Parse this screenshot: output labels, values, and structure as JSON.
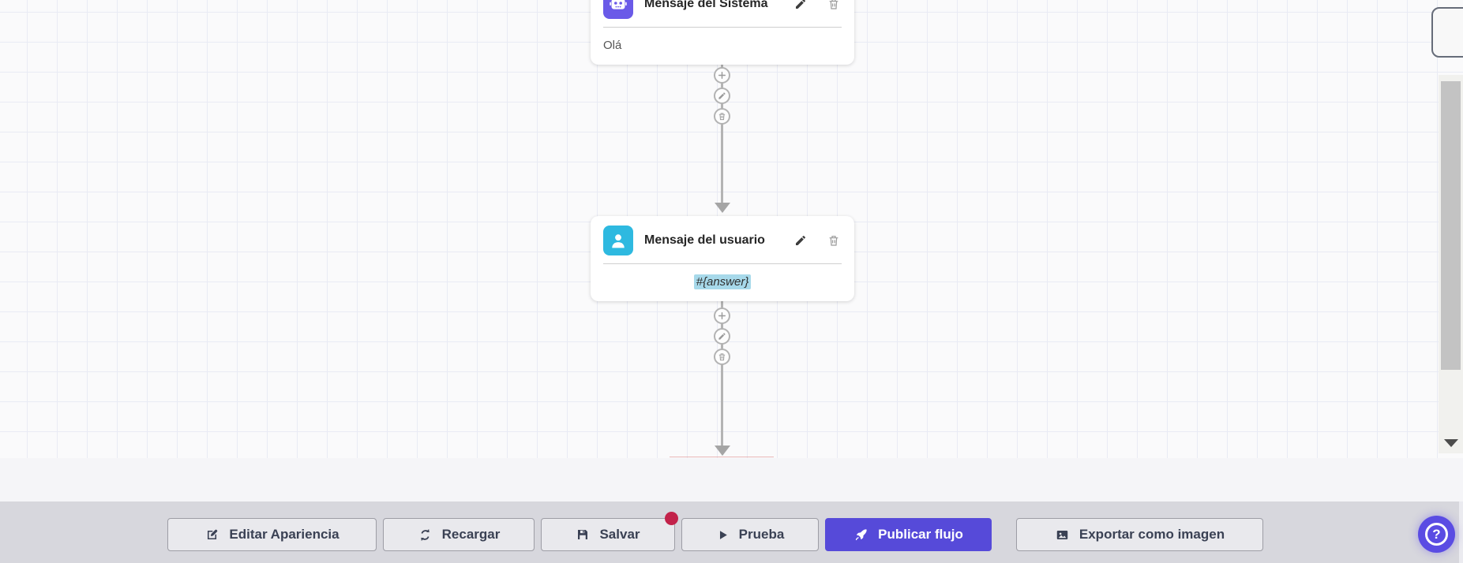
{
  "canvas": {
    "nodes": [
      {
        "title": "Mensaje del Sistema",
        "body": "Olá",
        "icon": "robot-icon",
        "icon_bg": "#6A5AE8",
        "actions": [
          "edit",
          "delete"
        ]
      },
      {
        "title": "Mensaje del usuario",
        "body": "#{answer}",
        "icon": "user-icon",
        "icon_bg": "#2EB9E0",
        "actions": [
          "edit",
          "delete"
        ],
        "body_highlighted": true
      }
    ],
    "connector_buttons": [
      "add",
      "edit",
      "delete"
    ]
  },
  "toolbar": {
    "buttons": [
      {
        "label": "Editar Apariencia",
        "icon": "edit-square-icon"
      },
      {
        "label": "Recargar",
        "icon": "refresh-icon"
      },
      {
        "label": "Salvar",
        "icon": "save-icon",
        "has_badge": true
      },
      {
        "label": "Prueba",
        "icon": "play-icon"
      },
      {
        "label": "Publicar flujo",
        "icon": "rocket-icon",
        "primary": true
      },
      {
        "label": "Exportar como imagen",
        "icon": "image-icon"
      }
    ]
  },
  "help_button": {
    "icon": "question-circle-icon",
    "glyph": "?"
  },
  "colors": {
    "primary_purple": "#564AD9",
    "badge_red": "#C2224A",
    "system_icon_bg": "#6A5AE8",
    "user_icon_bg": "#2EB9E0",
    "answer_highlight": "#A7D9EA",
    "toolbar_bg": "#D7D7DD",
    "canvas_bg": "#FAFAFB",
    "connector_gray": "#B4B4B4"
  }
}
